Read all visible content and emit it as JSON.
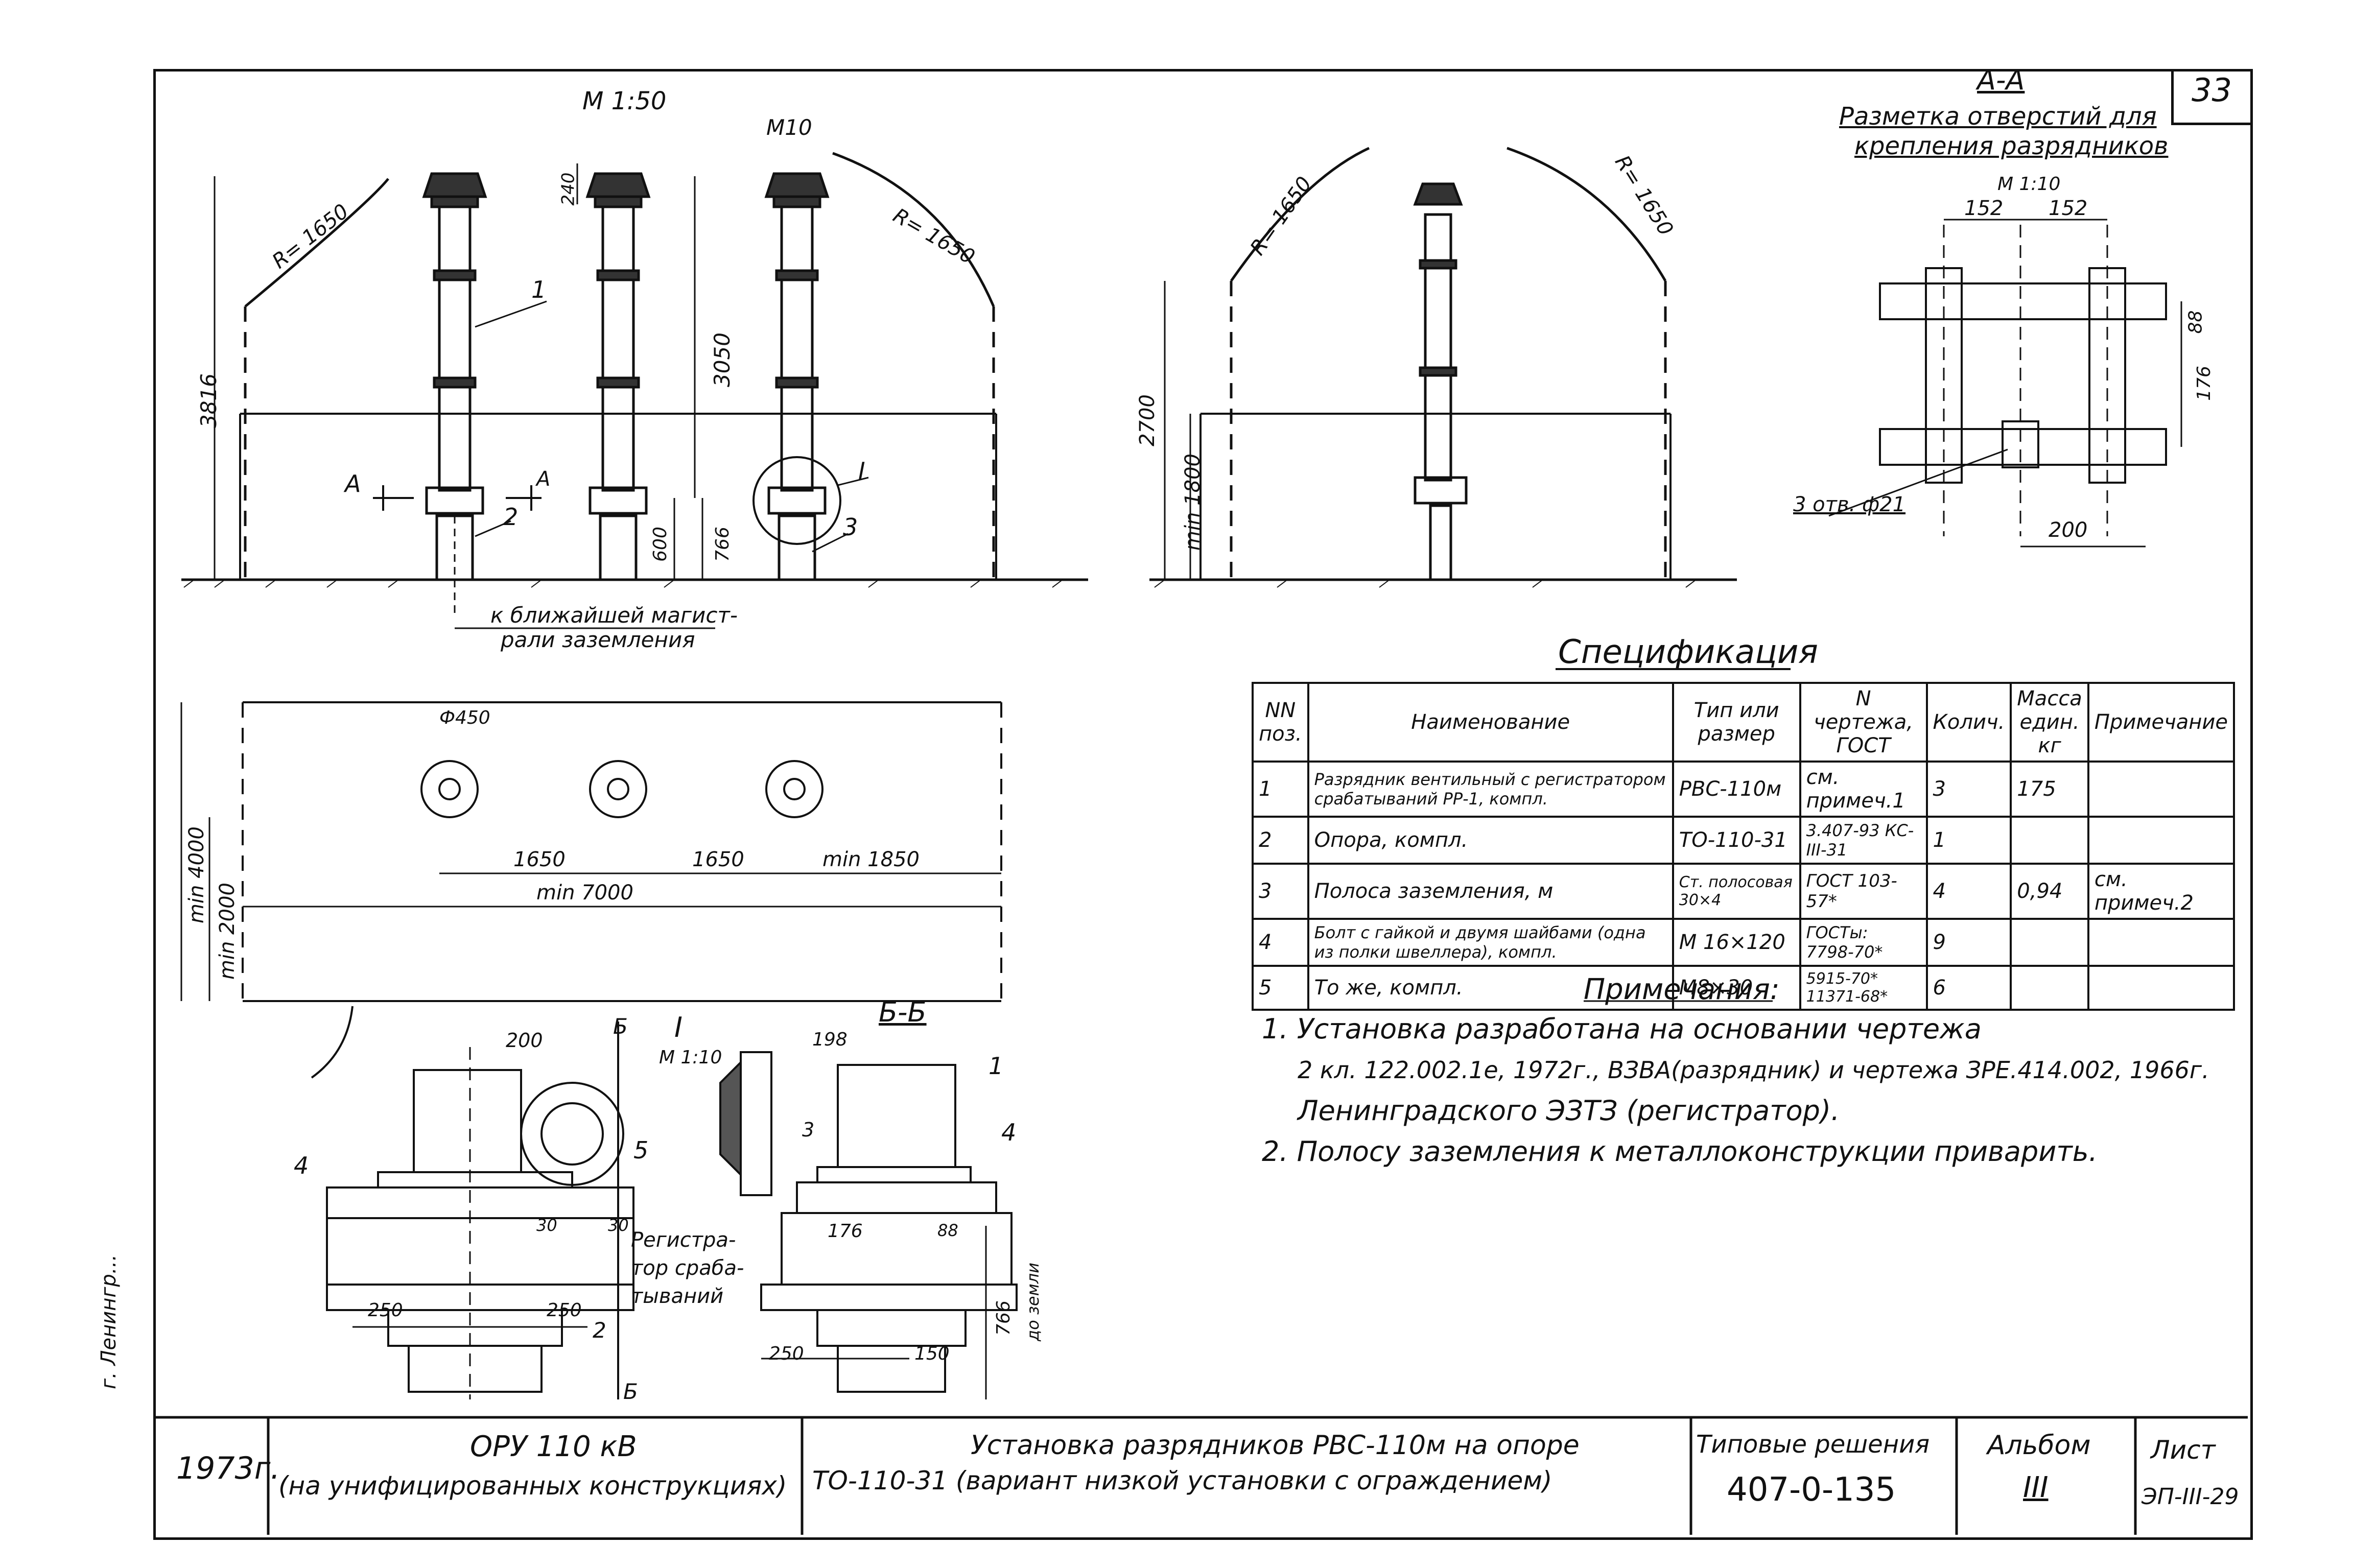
{
  "sheet": {
    "page_number": "33",
    "side_text": "г. Ленингр..."
  },
  "views": {
    "elevation_scale": "М 1:50",
    "m10_label": "М10",
    "dim_240": "240",
    "dim_3816": "3816",
    "dim_3050": "3050",
    "dim_600": "600",
    "dim_766": "766",
    "dim_2700": "2700",
    "dim_min1800": "min 1800",
    "radius_label": "R= 1650",
    "section_mark": "А",
    "callout_1": "1",
    "callout_2": "2",
    "callout_3": "3",
    "callout_I": "I",
    "ground_note_1": "к ближайшей магист-",
    "ground_note_2": "рали заземления"
  },
  "section_aa": {
    "title": "А-А",
    "subtitle_1": "Разметка отверстий для",
    "subtitle_2": "крепления разрядников",
    "scale": "М 1:10",
    "dim_152a": "152",
    "dim_152b": "152",
    "dim_88": "88",
    "dim_176": "176",
    "dim_200": "200",
    "holes": "3 отв. ф21"
  },
  "plan": {
    "dia": "Ф450",
    "dim_1650a": "1650",
    "dim_1650b": "1650",
    "dim_1850": "min 1850",
    "dim_7000": "min 7000",
    "dim_4000": "min 4000",
    "dim_2000": "min 2000"
  },
  "detail_1": {
    "title": "I",
    "scale": "М 1:10",
    "section_mark": "Б",
    "dim_200": "200",
    "dim_30a": "30",
    "dim_30b": "30",
    "dim_250a": "250",
    "dim_250b": "250",
    "callout_4": "4",
    "callout_5": "5",
    "callout_2": "2",
    "registrator_1": "Регистра-",
    "registrator_2": "тор сраба-",
    "registrator_3": "тываний"
  },
  "section_bb": {
    "title": "Б-Б",
    "dim_198": "198",
    "dim_176": "176",
    "dim_88": "88",
    "dim_250": "250",
    "dim_150": "150",
    "dim_766": "766",
    "to_ground": "до земли",
    "callout_1": "1",
    "callout_3": "3",
    "callout_4": "4"
  },
  "specification": {
    "title": "Спецификация",
    "headers": [
      "NN поз.",
      "Наименование",
      "Тип или размер",
      "N чертежа, ГОСТ",
      "Колич.",
      "Масса един. кг",
      "Примечание"
    ],
    "rows": [
      [
        "1",
        "Разрядник вентильный с регистратором срабатываний РР-1, компл.",
        "РВС-110м",
        "см. примеч.1",
        "3",
        "175",
        ""
      ],
      [
        "2",
        "Опора, компл.",
        "ТО-110-31",
        "3.407-93 КС-III-31",
        "1",
        "",
        ""
      ],
      [
        "3",
        "Полоса заземления, м",
        "Ст. полосовая 30×4",
        "ГОСТ 103-57*",
        "4",
        "0,94",
        "см. примеч.2"
      ],
      [
        "4",
        "Болт с гайкой и двумя шайбами (одна из полки швеллера), компл.",
        "М 16×120",
        "ГОСТы: 7798-70*",
        "9",
        "",
        ""
      ],
      [
        "5",
        "То же, компл.",
        "М8×30",
        "5915-70* 11371-68*",
        "6",
        "",
        ""
      ]
    ]
  },
  "notes": {
    "title": "Примечания:",
    "items": [
      "1. Установка разработана на основании чертежа",
      "2 кл. 122.002.1е, 1972г., ВЗВА(разрядник) и чертежа ЗРЕ.414.002, 1966г.",
      "Ленинградского ЭЗТЗ (регистратор).",
      "2. Полосу заземления к металлоконструкции приварить."
    ]
  },
  "title_block": {
    "year": "1973г.",
    "object_1": "ОРУ 110 кВ",
    "object_2": "(на унифицированных конструкциях)",
    "name_1": "Установка разрядников РВС-110м на опоре",
    "name_2": "ТО-110-31 (вариант низкой установки с ограждением)",
    "series_label": "Типовые решения",
    "series_value": "407-0-135",
    "album_label": "Альбом",
    "album_value": "III",
    "sheet_label": "Лист",
    "sheet_value": "ЭП-III-29"
  }
}
